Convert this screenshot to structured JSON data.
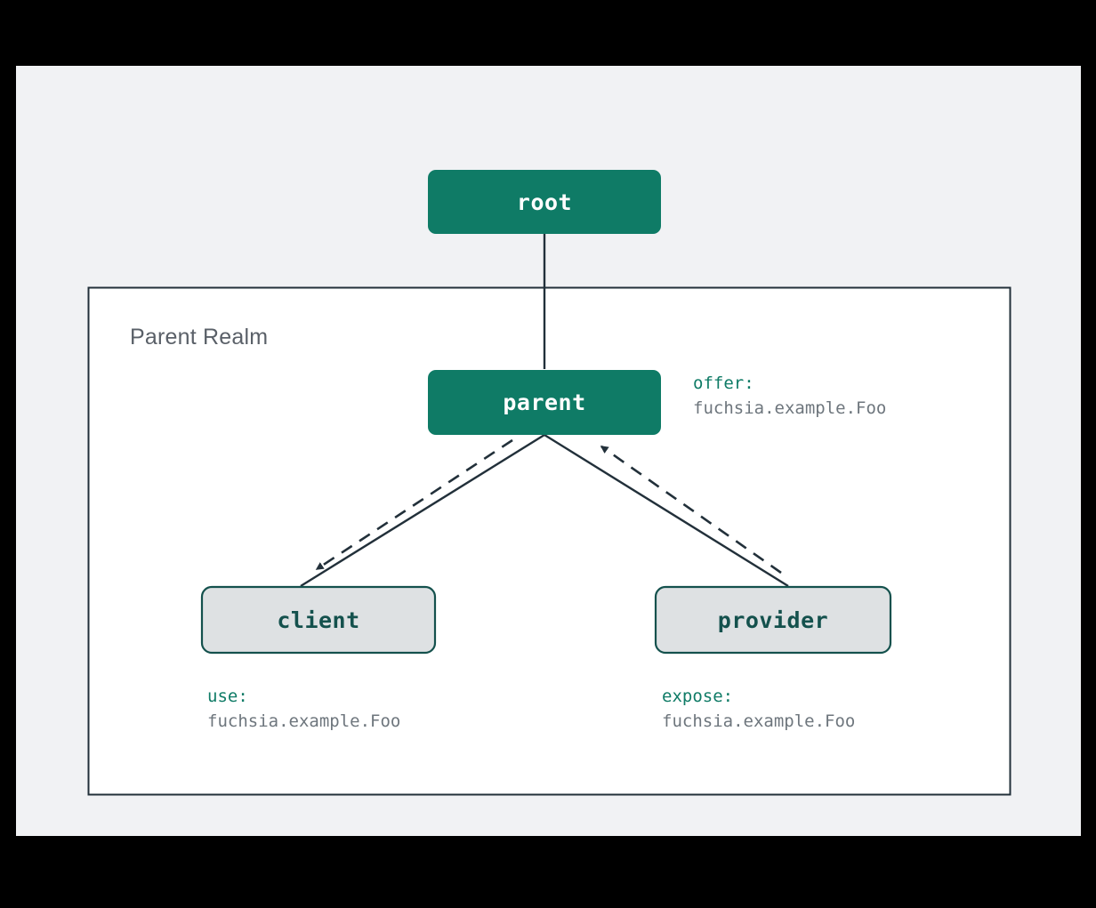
{
  "canvas": {
    "background": "#F1F2F4",
    "outer_background": "#000000"
  },
  "realm": {
    "title": "Parent Realm",
    "border_color": "#22303A",
    "fill": "#FFFFFF"
  },
  "colors": {
    "node_primary_fill": "#0F7B66",
    "node_primary_text": "#FFFFFF",
    "node_secondary_fill": "#DEE1E3",
    "node_secondary_border": "#14514D",
    "node_secondary_text": "#14514D",
    "edge": "#22303A",
    "capability_key": "#0F7B66",
    "capability_value": "#6E767D",
    "realm_title": "#5A6068"
  },
  "nodes": [
    {
      "id": "root",
      "label": "root",
      "style": "primary"
    },
    {
      "id": "parent",
      "label": "parent",
      "style": "primary"
    },
    {
      "id": "client",
      "label": "client",
      "style": "secondary"
    },
    {
      "id": "provider",
      "label": "provider",
      "style": "secondary"
    }
  ],
  "capabilities": [
    {
      "anchor": "parent",
      "key": "offer:",
      "value": "fuchsia.example.Foo"
    },
    {
      "anchor": "client",
      "key": "use:",
      "value": "fuchsia.example.Foo"
    },
    {
      "anchor": "provider",
      "key": "expose:",
      "value": "fuchsia.example.Foo"
    }
  ],
  "edges": [
    {
      "from": "root",
      "to": "parent",
      "kind": "solid",
      "arrow": false
    },
    {
      "from": "parent",
      "to": "client",
      "kind": "solid",
      "arrow": false
    },
    {
      "from": "parent",
      "to": "provider",
      "kind": "solid",
      "arrow": false
    },
    {
      "from": "parent",
      "to": "client",
      "kind": "dashed",
      "arrow": true
    },
    {
      "from": "provider",
      "to": "parent",
      "kind": "dashed",
      "arrow": true
    }
  ]
}
